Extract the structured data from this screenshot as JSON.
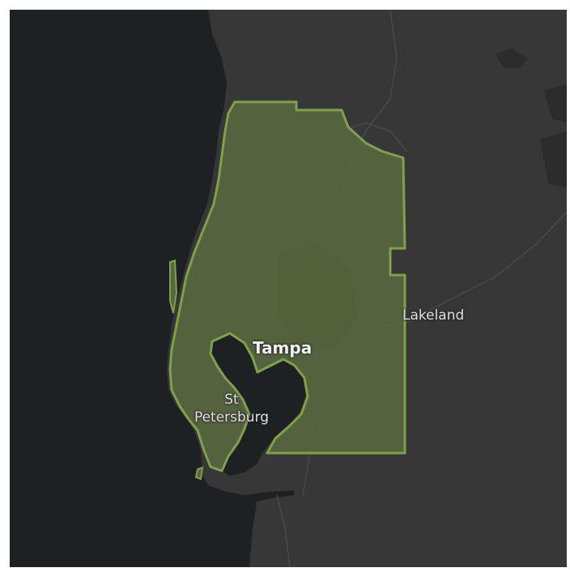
{
  "map": {
    "colors": {
      "land": "#373737",
      "water": "#1e2124",
      "region_fill": "#58663f",
      "region_stroke": "#7fa14a",
      "roads": "#4a4a4a",
      "label": "#e0e0e0"
    },
    "places": {
      "tampa": "Tampa",
      "lakeland": "Lakeland",
      "st_petersburg_line1": "St",
      "st_petersburg_line2": "Petersburg"
    }
  }
}
